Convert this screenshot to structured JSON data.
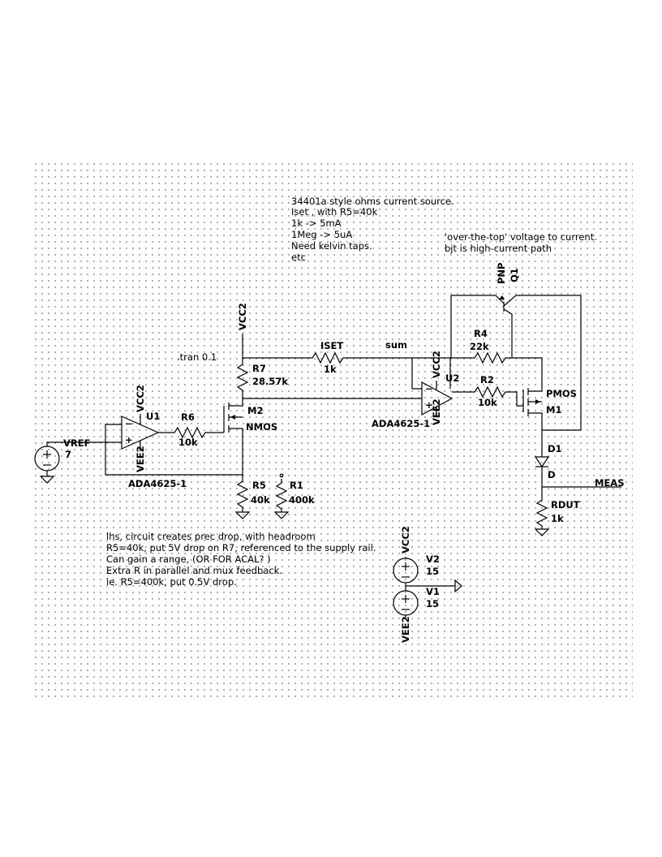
{
  "comments": {
    "top": [
      "34401a style ohms current source.",
      "Iset , with R5=40k",
      "1k -> 5mA",
      "1Meg -> 5uA",
      "Need kelvin taps.",
      "etc"
    ],
    "right": [
      "'over-the-top' voltage to current.",
      "bjt is high-current path"
    ],
    "bottom": [
      "lhs, circuit creates prec drop, with headroom",
      "R5=40k, put 5V drop on R7, referenced to the supply rail.",
      "Can gain a range, (OR FOR ACAL? )",
      "Extra R in parallel and mux feedback.",
      "ie. R5=400k, put 0.5V drop."
    ]
  },
  "directive": ".tran 0.1",
  "nets": {
    "vcc": "VCC2",
    "vee": "VEE2",
    "sum": "sum",
    "meas": "MEAS"
  },
  "components": {
    "vref": {
      "name": "VREF",
      "value": "7"
    },
    "u1": {
      "name": "U1",
      "model": "ADA4625-1"
    },
    "u2": {
      "name": "U2",
      "model": "ADA4625-1"
    },
    "r6": {
      "name": "R6",
      "value": "10k"
    },
    "r7": {
      "name": "R7",
      "value": "28.57k"
    },
    "r5": {
      "name": "R5",
      "value": "40k"
    },
    "r1": {
      "name": "R1",
      "value": "400k"
    },
    "iset": {
      "name": "ISET",
      "value": "1k"
    },
    "r4": {
      "name": "R4",
      "value": "22k"
    },
    "r2": {
      "name": "R2",
      "value": "10k"
    },
    "m2": {
      "name": "M2",
      "model": "NMOS"
    },
    "m1": {
      "name": "M1",
      "model": "PMOS"
    },
    "q1": {
      "name": "Q1",
      "model": "PNP"
    },
    "d1": {
      "name": "D1",
      "model": "D"
    },
    "rdut": {
      "name": "RDUT",
      "value": "1k"
    },
    "v2": {
      "name": "V2",
      "value": "15"
    },
    "v1": {
      "name": "V1",
      "value": "15"
    }
  }
}
